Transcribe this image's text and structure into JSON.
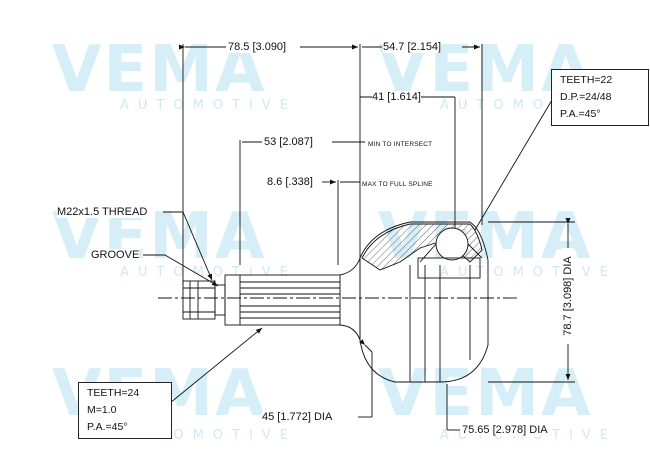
{
  "watermark": {
    "brand": "VEMA",
    "sub": "AUTOMOTIVE"
  },
  "dimensions": {
    "overall_length": "78.5 [3.090]",
    "body_length": "54.7 [2.154]",
    "spline_depth": "41 [1.614]",
    "min_intersect_value": "53 [2.087]",
    "min_intersect_note": "MIN TO INTERSECT",
    "full_spline_value": "8.6 [.338]",
    "full_spline_note": "MAX TO FULL SPLINE",
    "thread": "M22x1.5 THREAD",
    "groove": "GROOVE",
    "neck_dia": "45 [1.772] DIA",
    "outer_dia": "75.65 [2.978] DIA",
    "inner_dia": "78.7 [3.098] DIA"
  },
  "inner_spec": {
    "teeth": "TEETH=22",
    "dp": "D.P.=24/48",
    "pa": "P.A.=45°"
  },
  "outer_spec": {
    "teeth": "TEETH=24",
    "module": "M=1.0",
    "pa": "P.A.=45°"
  }
}
